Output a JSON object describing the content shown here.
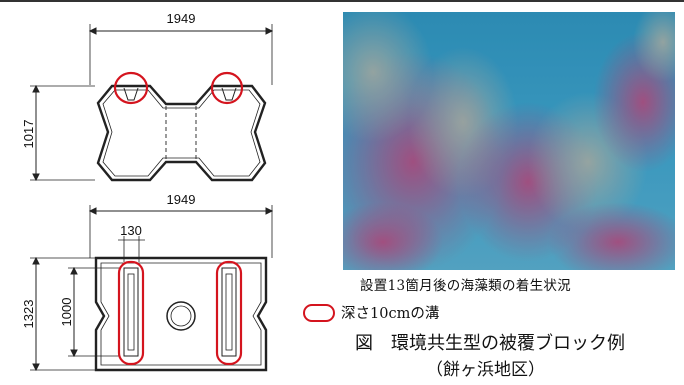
{
  "top_view": {
    "width_label": "1949",
    "height_label": "1017"
  },
  "side_view": {
    "width_label": "1949",
    "groove_width_label": "130",
    "height_label": "1323",
    "inner_height_label": "1000"
  },
  "photo": {
    "caption": "設置13箇月後の海藻類の着生状況"
  },
  "legend": {
    "mark_color": "#d4141e",
    "label": "深さ10cmの溝"
  },
  "figure": {
    "title": "図　環境共生型の被覆ブロック例",
    "subtitle": "（餅ヶ浜地区）"
  }
}
